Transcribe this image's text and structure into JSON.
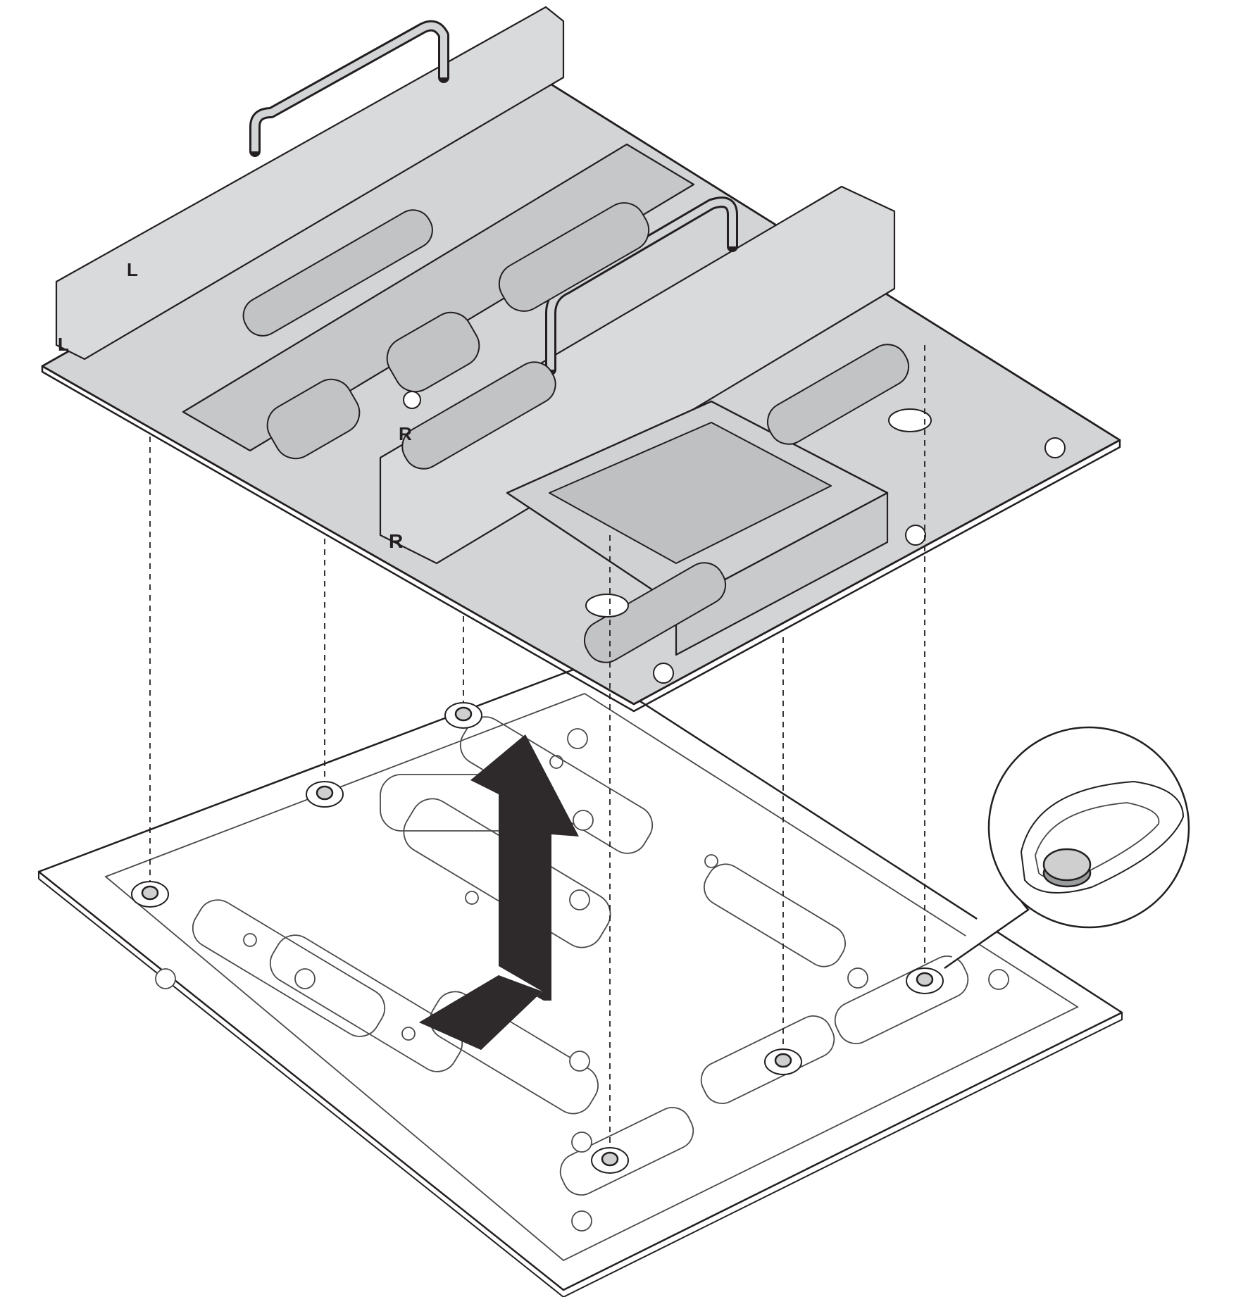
{
  "figure": {
    "type": "hardware-installation-illustration",
    "step": "remove-upper-tray-from-base-plate",
    "colors": {
      "ink": "#231f20",
      "tray_fill": "#d3d4d6",
      "tray_dark": "#b9babc",
      "base_fill": "#ffffff",
      "base_line": "#4a4a4a",
      "arrow": "#2e2a2b",
      "pin_head": "#cfcfcf"
    },
    "icons": {
      "arrow": "lift-up-arrow-icon",
      "pin": "guide-pin-icon",
      "screw": "screw-icon",
      "callout": "pin-detail-callout-icon"
    }
  },
  "tray_markings": {
    "left_bracket_mark": "L",
    "left_bracket_mark_2": "L",
    "right_bracket_mark": "R",
    "right_bracket_mark_2": "R"
  },
  "guide_pins": {
    "count": 6
  },
  "callout": {
    "shows": "guide-pin-in-keyhole-slot-magnified"
  }
}
